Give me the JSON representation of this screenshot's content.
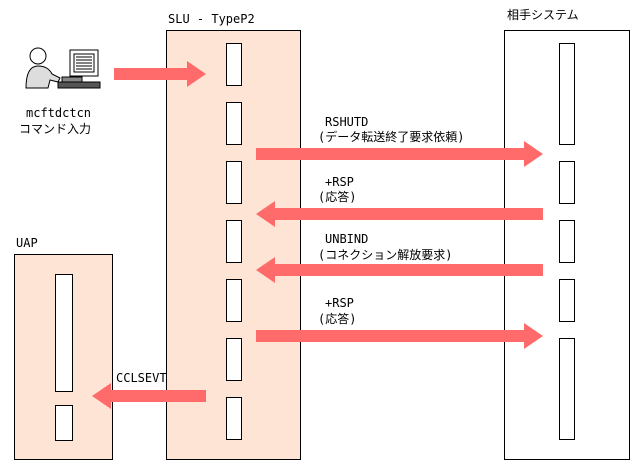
{
  "operator": {
    "command": "mcftdctcn",
    "label": "コマンド入力"
  },
  "lanes": {
    "slu": "SLU - TypeP2",
    "partner": "相手システム",
    "uap": "UAP"
  },
  "messages": [
    {
      "name": "RSHUTD",
      "desc": "(データ転送終了要求依頼)"
    },
    {
      "name": "+RSP",
      "desc": "(応答)"
    },
    {
      "name": "UNBIND",
      "desc": "(コネクション解放要求)"
    },
    {
      "name": "+RSP",
      "desc": "(応答)"
    },
    {
      "name": "CCLSEVT",
      "desc": ""
    }
  ],
  "colors": {
    "arrow": "#ff6b6b",
    "lane_fill": "#fde4d4"
  }
}
